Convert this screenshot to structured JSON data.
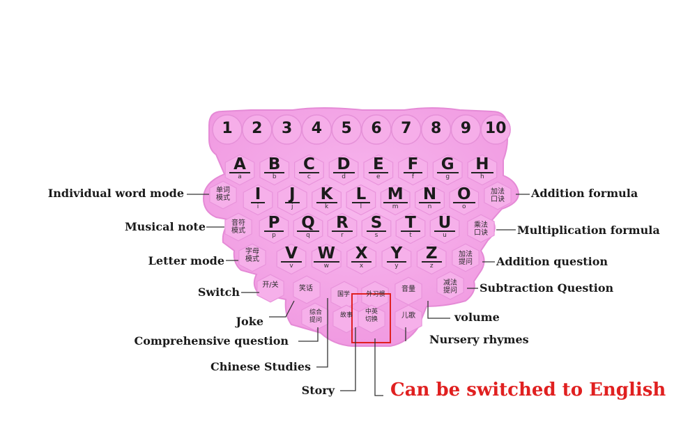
{
  "numbers": [
    "1",
    "2",
    "3",
    "4",
    "5",
    "6",
    "7",
    "8",
    "9",
    "10"
  ],
  "letters_row1": [
    {
      "cap": "A",
      "low": "a"
    },
    {
      "cap": "B",
      "low": "b"
    },
    {
      "cap": "C",
      "low": "c"
    },
    {
      "cap": "D",
      "low": "d"
    },
    {
      "cap": "E",
      "low": "e"
    },
    {
      "cap": "F",
      "low": "f"
    },
    {
      "cap": "G",
      "low": "g"
    },
    {
      "cap": "H",
      "low": "h"
    }
  ],
  "letters_row2": [
    {
      "cap": "I",
      "low": "i"
    },
    {
      "cap": "J",
      "low": "j"
    },
    {
      "cap": "K",
      "low": "k"
    },
    {
      "cap": "L",
      "low": "l"
    },
    {
      "cap": "M",
      "low": "m"
    },
    {
      "cap": "N",
      "low": "n"
    },
    {
      "cap": "O",
      "low": "o"
    }
  ],
  "letters_row3": [
    {
      "cap": "P",
      "low": "p"
    },
    {
      "cap": "Q",
      "low": "q"
    },
    {
      "cap": "R",
      "low": "r"
    },
    {
      "cap": "S",
      "low": "s"
    },
    {
      "cap": "T",
      "low": "t"
    },
    {
      "cap": "U",
      "low": "u"
    }
  ],
  "letters_row4": [
    {
      "cap": "V",
      "low": "v"
    },
    {
      "cap": "W",
      "low": "w"
    },
    {
      "cap": "X",
      "low": "x"
    },
    {
      "cap": "Y",
      "low": "y"
    },
    {
      "cap": "Z",
      "low": "z"
    }
  ],
  "chinese_keys": {
    "word_mode": "单词\n模式",
    "note_mode": "音符\n模式",
    "letter_mode": "字母\n模式",
    "switch": "开/关",
    "joke": "笑话",
    "chinese_studies": "国学",
    "foreign_practice": "外习惯",
    "volume": "音量",
    "comprehensive": "综合\n提问",
    "story": "故事",
    "cn_en_switch": "中英\n切换",
    "rhymes": "儿歌",
    "add_formula": "加法\n口诀",
    "mul_formula": "乘法\n口诀",
    "add_question": "加法\n提问",
    "sub_question": "减法\n提问"
  },
  "labels": {
    "word_mode": "Individual word mode",
    "musical_note": "Musical note",
    "letter_mode": "Letter mode",
    "switch": "Switch",
    "joke": "Joke",
    "comprehensive_question": "Comprehensive question",
    "chinese_studies": "Chinese Studies",
    "story": "Story",
    "addition_formula": "Addition formula",
    "multiplication_formula": "Multiplication formula",
    "addition_question": "Addition question",
    "subtraction_question": "Subtraction Question",
    "volume": "volume",
    "nursery_rhymes": "Nursery rhymes",
    "switch_english": "Can be switched to English"
  },
  "colors": {
    "board_pink": "#f4a3e6",
    "board_edge": "#e58ad6",
    "highlight_red": "#e02020",
    "label_text": "#1a1a1a"
  }
}
